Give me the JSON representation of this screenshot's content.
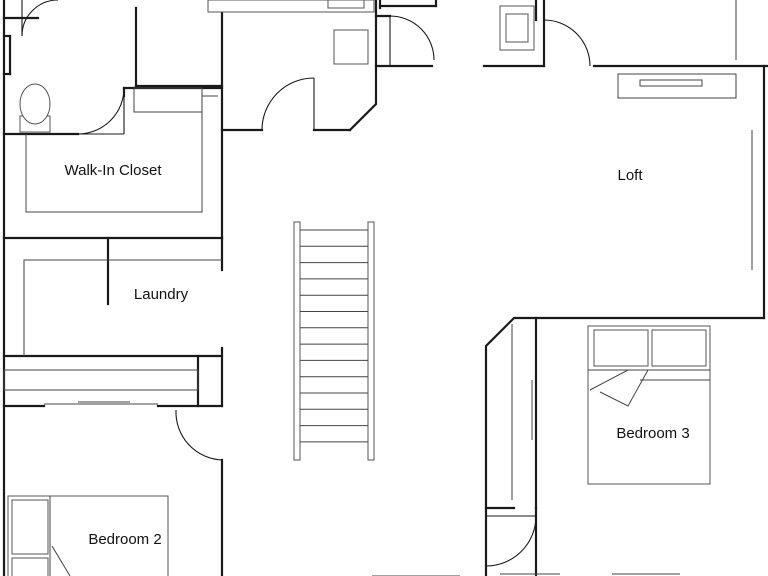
{
  "rooms": {
    "walk_in_closet": "Walk-In Closet",
    "laundry": "Laundry",
    "loft": "Loft",
    "bedroom_3": "Bedroom 3",
    "bedroom_2": "Bedroom 2"
  }
}
